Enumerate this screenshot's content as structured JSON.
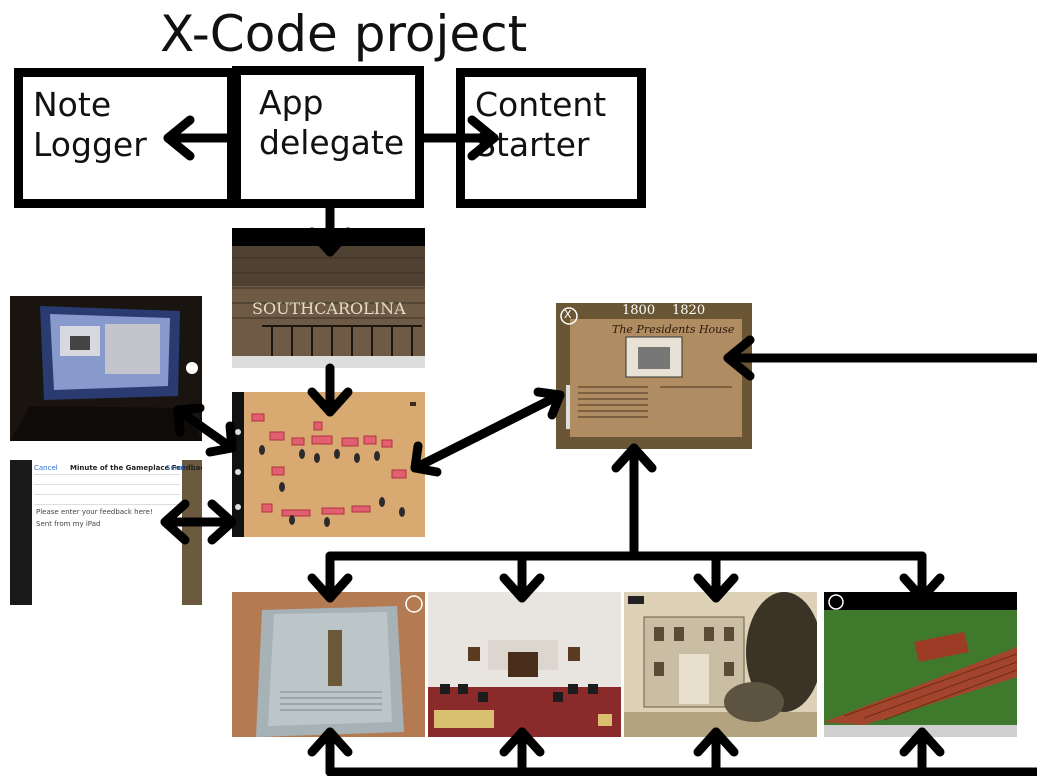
{
  "title": "X-Code project",
  "boxes": {
    "note_logger": "Note\nLogger",
    "app_delegate": "App\ndelegate",
    "content_starter": "Content\nStarter"
  },
  "presidents_screen": {
    "years": [
      "1800",
      "1820"
    ],
    "heading": "The Presidents House",
    "close_glyph": "X"
  },
  "feedback_screen": {
    "title": "Minute of the Gameplace Feedback",
    "cancel": "Cancel",
    "send": "Send",
    "body": "Please enter your feedback here!",
    "footer": "Sent from my iPad"
  },
  "colors": {
    "map_bg": "#d8aa72",
    "sepia": "#8b6a48",
    "brick": "#a3442c",
    "grass": "#3f7a2c"
  }
}
